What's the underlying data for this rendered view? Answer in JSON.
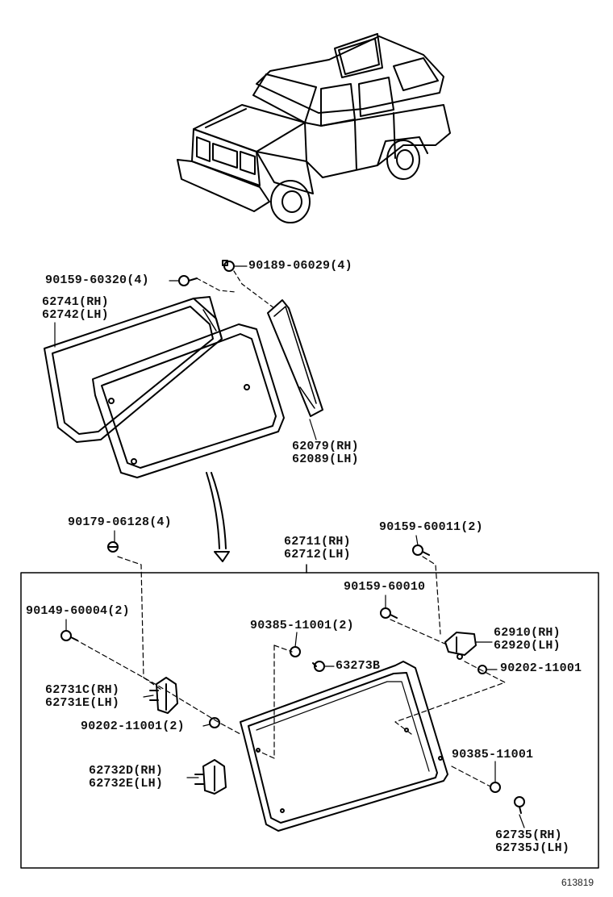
{
  "diagram_id": "613819",
  "labels": {
    "bolt_90159_60320": "90159-60320(4)",
    "clip_90189_06029": "90189-06029(4)",
    "glass_62741": [
      "62741(RH)",
      "62742(LH)"
    ],
    "trim_62079": [
      "62079(RH)",
      "62089(LH)"
    ],
    "screw_90179_06128": "90179-06128(4)",
    "panel_62711": [
      "62711(RH)",
      "62712(LH)"
    ],
    "bolt_90159_60011": "90159-60011(2)",
    "bolt_90159_60010": "90159-60010",
    "screw_90149_60004": "90149-60004(2)",
    "nut_90385_11001_2": "90385-11001(2)",
    "latch_62910": [
      "62910(RH)",
      "62920(LH)"
    ],
    "clip_63273B": "63273B",
    "nut_90202_11001_right": "90202-11001",
    "hinge_62731C": [
      "62731C(RH)",
      "62731E(LH)"
    ],
    "nut_90202_11001_2": "90202-11001(2)",
    "hinge_62732D": [
      "62732D(RH)",
      "62732E(LH)"
    ],
    "nut_90385_11001_lower": "90385-11001",
    "stopper_62735": [
      "62735(RH)",
      "62735J(LH)"
    ]
  }
}
